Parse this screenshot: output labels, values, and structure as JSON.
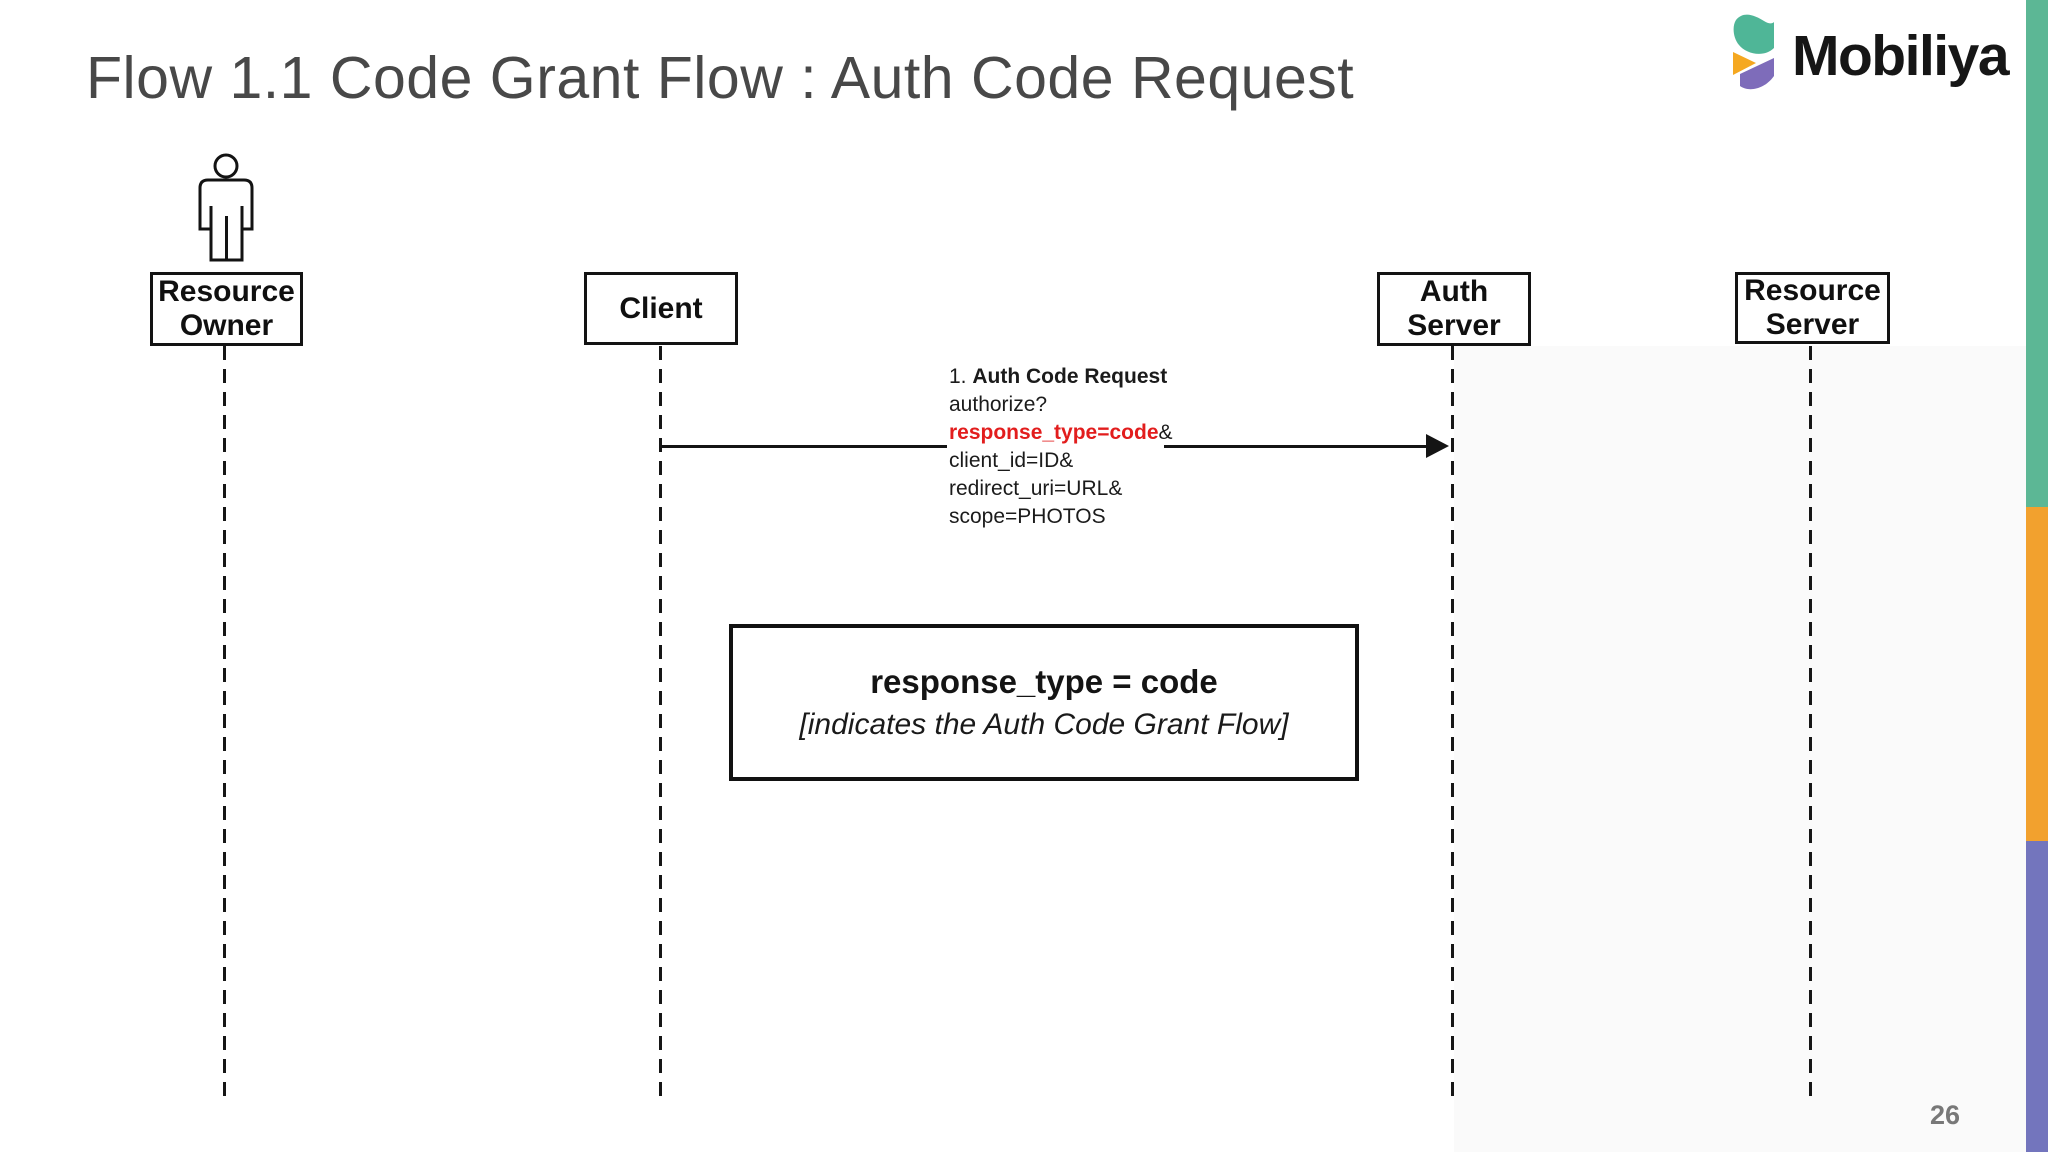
{
  "slide": {
    "title": "Flow 1.1 Code Grant Flow : Auth Code Request",
    "page_number": "26"
  },
  "logo": {
    "text": "Mobiliya",
    "icon_colors": {
      "teal": "#4FB697",
      "orange": "#F5A821",
      "purple": "#7E6CBA"
    }
  },
  "edge_bars": [
    {
      "name": "teal",
      "color": "#5CB795"
    },
    {
      "name": "orange",
      "color": "#F2A12E"
    },
    {
      "name": "purple",
      "color": "#7375BD"
    }
  ],
  "diagram": {
    "actors": [
      {
        "id": "resource-owner",
        "line1": "Resource",
        "line2": "Owner"
      },
      {
        "id": "client",
        "line1": "Client",
        "line2": ""
      },
      {
        "id": "auth-server",
        "line1": "Auth",
        "line2": "Server"
      },
      {
        "id": "resource-server",
        "line1": "Resource",
        "line2": "Server"
      }
    ],
    "message": {
      "from": "client",
      "to": "auth-server",
      "step_prefix": "1. ",
      "step_title": "Auth Code Request",
      "line2": "authorize?",
      "highlight": "response_type=code",
      "highlight_suffix": "&",
      "line4": "client_id=ID&",
      "line5": "redirect_uri=URL&",
      "line6": "scope=PHOTOS",
      "highlight_color": "#E21D1D"
    },
    "note": {
      "title": "response_type = code",
      "subtitle": "[indicates the Auth Code Grant Flow]"
    }
  }
}
